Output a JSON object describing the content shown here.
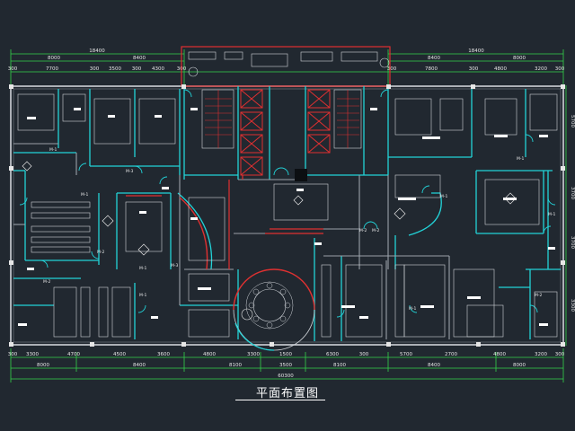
{
  "drawing_title": "平面布置图",
  "dimensions": {
    "top_overall": [
      "18400",
      "18400"
    ],
    "top_rooms_left": [
      "8000",
      "8400"
    ],
    "top_rooms_right": [
      "8400",
      "8000"
    ],
    "top_detail": [
      "300",
      "7700",
      "300",
      "3500",
      "300",
      "4300",
      "300",
      "300",
      "7800",
      "300",
      "4800",
      "3200",
      "300"
    ],
    "bottom_detail": [
      "300",
      "3300",
      "4700",
      "4500",
      "3600",
      "4800",
      "3300",
      "1500",
      "6300",
      "300",
      "5700",
      "2700",
      "4800",
      "3200",
      "300"
    ],
    "bottom_rooms": [
      "8000",
      "8400",
      "8100",
      "3500",
      "8100",
      "8400",
      "8000"
    ],
    "bottom_overall": "60300",
    "right_side": [
      "5700",
      "3700",
      "3700",
      "3300"
    ]
  },
  "room_tags": [
    "M-1",
    "M-2",
    "M-3",
    "M-1",
    "M-2",
    "M-3",
    "M-1",
    "M-1",
    "M-2",
    "M-2",
    "M-1",
    "M-1",
    "M-1",
    "M-2",
    "M-1"
  ]
}
